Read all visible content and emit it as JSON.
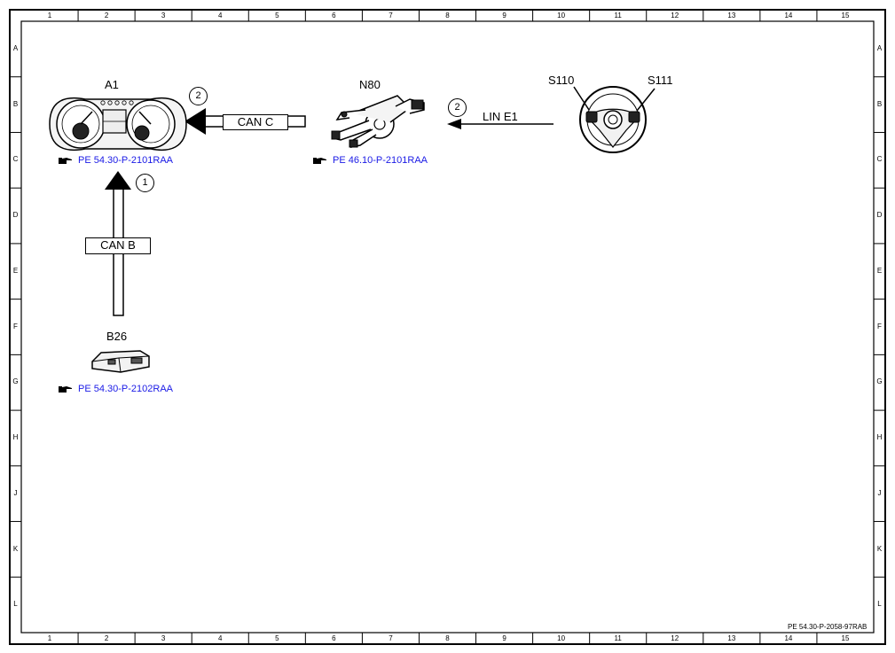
{
  "grid": {
    "columns": [
      "1",
      "2",
      "3",
      "4",
      "5",
      "6",
      "7",
      "8",
      "9",
      "10",
      "11",
      "12",
      "13",
      "14",
      "15"
    ],
    "rows": [
      "A",
      "B",
      "C",
      "D",
      "E",
      "F",
      "G",
      "H",
      "J",
      "K",
      "L"
    ]
  },
  "components": {
    "a1": {
      "label": "A1",
      "ref": "PE 54.30-P-2101RAA"
    },
    "n80": {
      "label": "N80",
      "ref": "PE 46.10-P-2101RAA"
    },
    "b26": {
      "label": "B26",
      "ref": "PE 54.30-P-2102RAA"
    },
    "s110": {
      "label": "S110"
    },
    "s111": {
      "label": "S111"
    }
  },
  "connections": {
    "can_c": {
      "label": "CAN C",
      "step": "2"
    },
    "lin_e1": {
      "label": "LIN E1",
      "step": "2"
    },
    "can_b": {
      "label": "CAN B",
      "step": "1"
    }
  },
  "document_id": "PE 54.30-P-2058-97RAB"
}
